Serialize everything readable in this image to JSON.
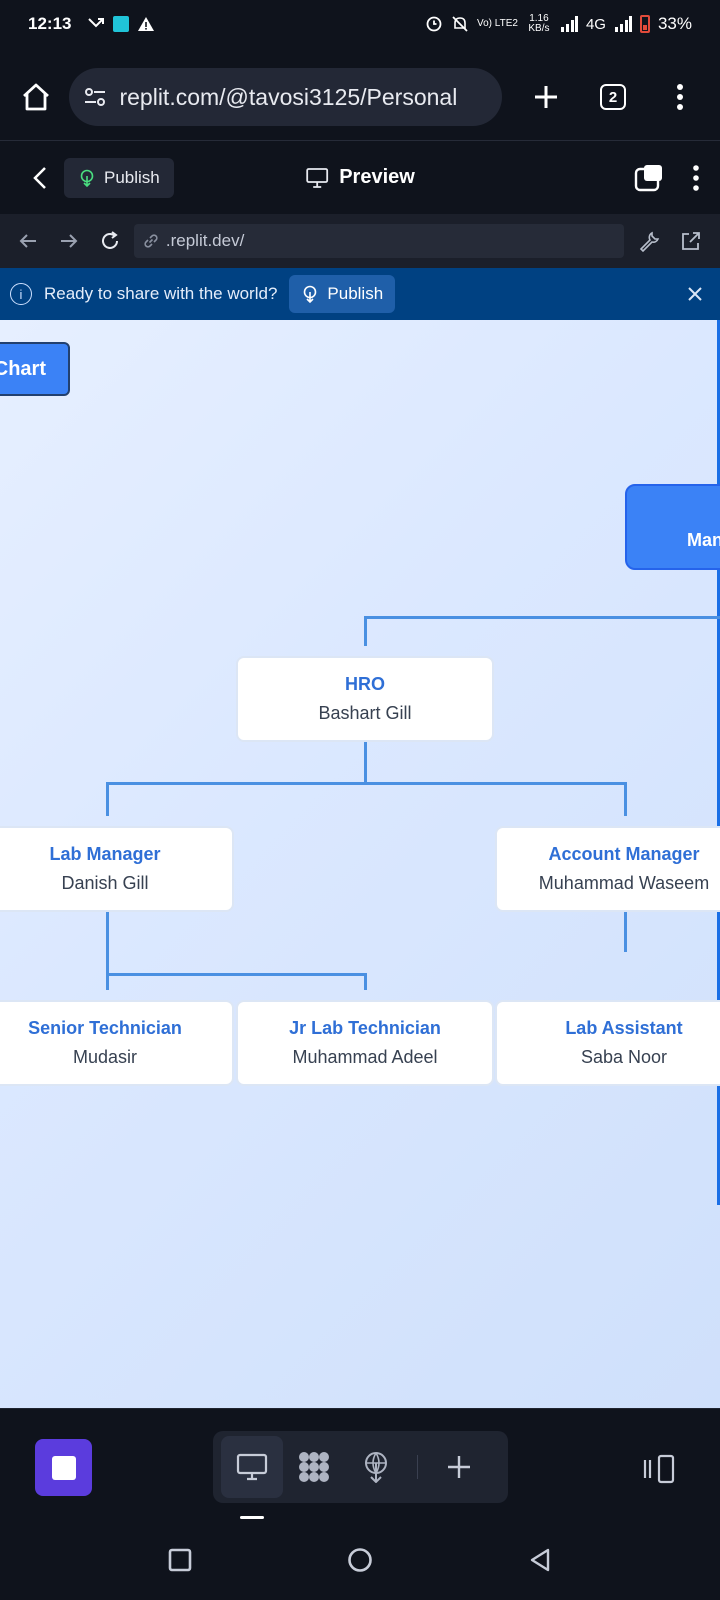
{
  "status_bar": {
    "time": "12:13",
    "network_small": "Vo) LTE2",
    "speed": "1.16 KB/s",
    "network_type": "4G",
    "battery": "33%"
  },
  "browser": {
    "url": "replit.com/@tavosi3125/Personal",
    "tab_count": "2"
  },
  "replit_header": {
    "publish_label": "Publish",
    "title": "Preview"
  },
  "preview_bar": {
    "url": ".replit.dev/"
  },
  "publish_banner": {
    "text": "Ready to share with the world?",
    "button_label": "Publish"
  },
  "org_chart": {
    "toggle_button": "Chart",
    "top_node_partial": "Man",
    "nodes": [
      {
        "title": "HRO",
        "name": "Bashart Gill"
      },
      {
        "title": "Lab Manager",
        "name": "Danish Gill"
      },
      {
        "title": "Account Manager",
        "name": "Muhammad Waseem"
      },
      {
        "title": "Senior Technician",
        "name": "Mudasir"
      },
      {
        "title": "Jr Lab Technician",
        "name": "Muhammad Adeel"
      },
      {
        "title": "Lab Assistant",
        "name": "Saba Noor"
      }
    ]
  },
  "colors": {
    "accent_blue": "#3b82f6",
    "connector": "#4a90e2",
    "banner_blue": "#004182",
    "stop_purple": "#5b3cdd"
  }
}
